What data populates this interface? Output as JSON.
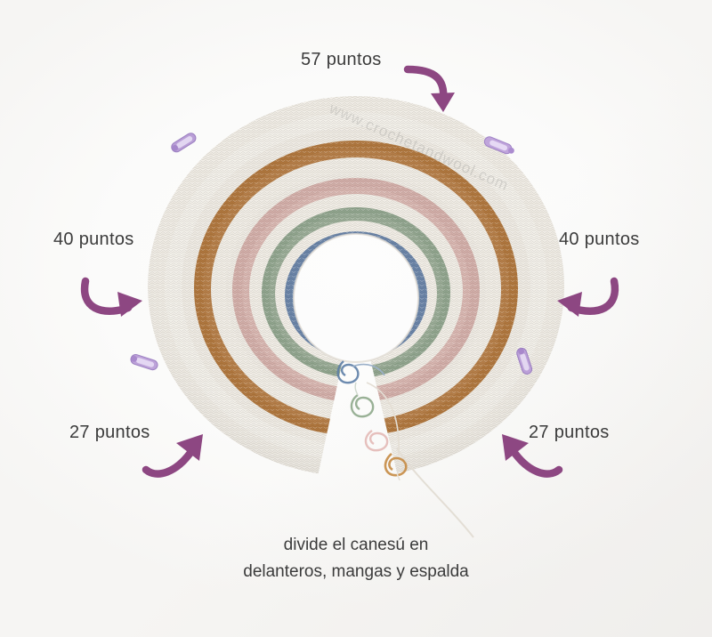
{
  "image": {
    "background_color": "#fdfdfd",
    "watermark_text": "www.crochetandwool.com"
  },
  "annotations": {
    "arrow_color": "#8d4782",
    "text_color": "#3b3b3b",
    "labels": [
      {
        "id": "top",
        "text": "57 puntos",
        "position": "top-center"
      },
      {
        "id": "left-upper",
        "text": "40 puntos",
        "position": "left"
      },
      {
        "id": "right-upper",
        "text": "40 puntos",
        "position": "right"
      },
      {
        "id": "left-lower",
        "text": "27 puntos",
        "position": "lower-left"
      },
      {
        "id": "right-lower",
        "text": "27 puntos",
        "position": "lower-right"
      }
    ],
    "caption_line1": "divide el canesú en",
    "caption_line2": "delanteros, mangas y espalda"
  },
  "garment": {
    "name": "crochet-yoke",
    "description": "canesú circular a crochet",
    "stripe_colors": [
      {
        "name": "cream-outer",
        "hex": "#f4f1ea"
      },
      {
        "name": "copper-tan",
        "hex": "#b5793f"
      },
      {
        "name": "cream",
        "hex": "#f4f1ea"
      },
      {
        "name": "dusty-pink",
        "hex": "#d8b3ad"
      },
      {
        "name": "cream",
        "hex": "#f4f1ea"
      },
      {
        "name": "sage-green",
        "hex": "#93a790"
      },
      {
        "name": "cream",
        "hex": "#f4f1ea"
      },
      {
        "name": "slate-blue",
        "hex": "#6d87ab"
      },
      {
        "name": "cream-inner",
        "hex": "#f4f1ea"
      }
    ]
  },
  "stitch_markers": {
    "color": "#b99ed6",
    "count": 4,
    "positions": [
      "upper-left",
      "upper-right",
      "lower-left",
      "lower-right"
    ]
  },
  "yarn_tails": [
    {
      "name": "blue-yarn-tail",
      "hex": "#5d7ea6"
    },
    {
      "name": "green-yarn-tail",
      "hex": "#8ea98b"
    },
    {
      "name": "pink-yarn-tail",
      "hex": "#e3b9b6"
    },
    {
      "name": "gold-yarn-tail",
      "hex": "#c58b44"
    },
    {
      "name": "cream-yarn-tail",
      "hex": "#e8e4dc"
    }
  ]
}
